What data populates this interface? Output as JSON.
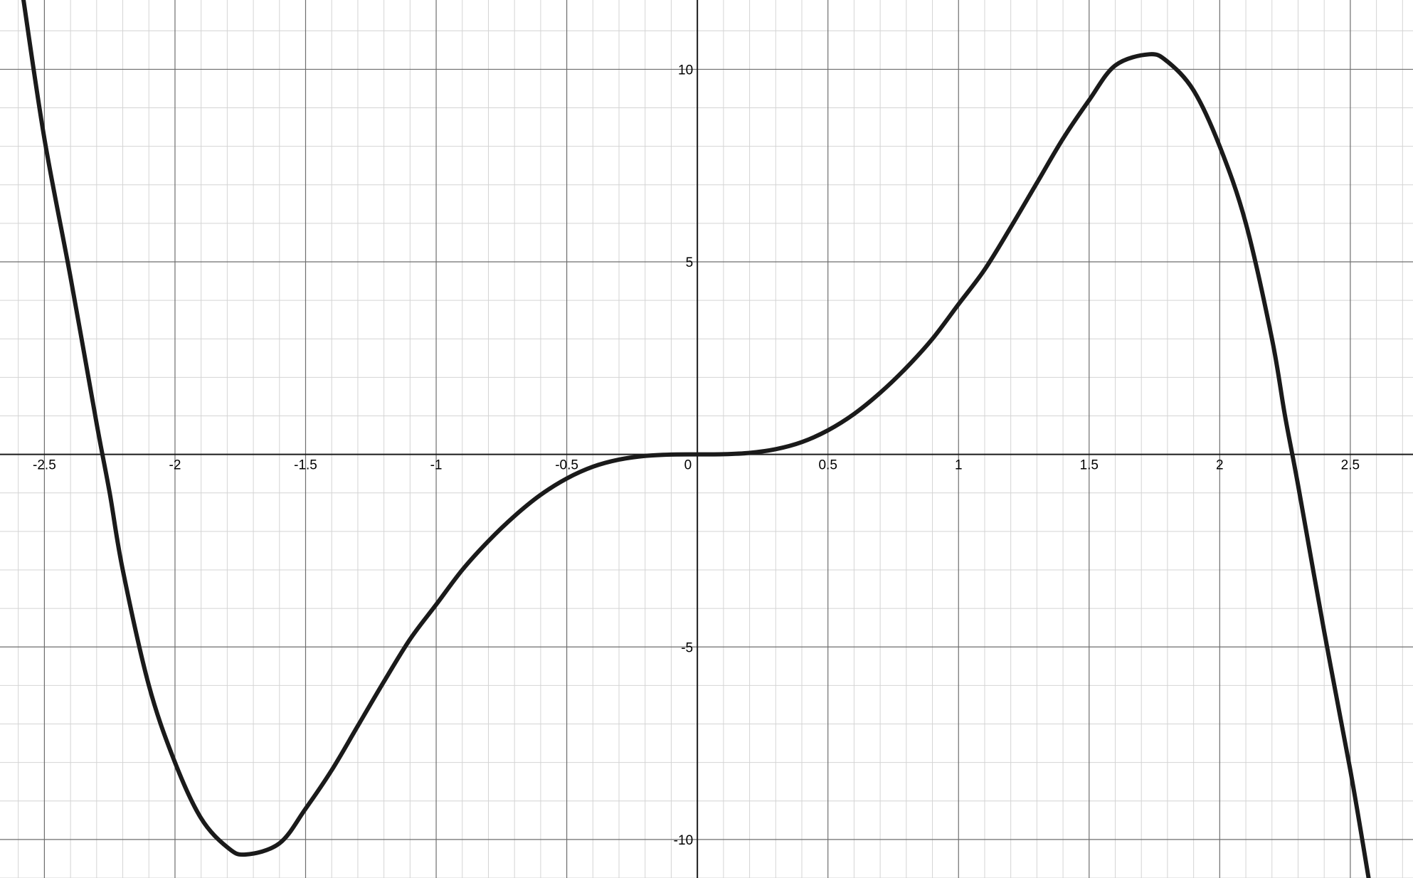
{
  "chart_data": {
    "type": "line",
    "title": "",
    "xlabel": "",
    "ylabel": "",
    "xlim": [
      -2.67,
      2.74
    ],
    "ylim": [
      -11.0,
      11.8
    ],
    "grid": true,
    "minor_grid_per_major": 5,
    "legend": "none",
    "x_ticks": [
      -2.5,
      -2,
      -1.5,
      -1,
      -0.5,
      0,
      0.5,
      1,
      1.5,
      2,
      2.5
    ],
    "x_tick_labels": [
      "-2.5",
      "-2",
      "-1.5",
      "-1",
      "-0.5",
      "0",
      "0.5",
      "1",
      "1.5",
      "2",
      "2.5"
    ],
    "y_ticks": [
      -10,
      -5,
      5,
      10
    ],
    "y_tick_labels": [
      "-10",
      "-5",
      "5",
      "10"
    ],
    "series": [
      {
        "color": "#1a1a1a",
        "points": [
          [
            -2.58,
            11.8
          ],
          [
            -2.5,
            8.2
          ],
          [
            -2.4,
            4.6
          ],
          [
            -2.3,
            0.8
          ],
          [
            -2.25,
            -1.0
          ],
          [
            -2.2,
            -3.0
          ],
          [
            -2.1,
            -6.0
          ],
          [
            -2.0,
            -8.0
          ],
          [
            -1.9,
            -9.45
          ],
          [
            -1.8,
            -10.2
          ],
          [
            -1.73,
            -10.39
          ],
          [
            -1.6,
            -10.1
          ],
          [
            -1.5,
            -9.2
          ],
          [
            -1.4,
            -8.2
          ],
          [
            -1.3,
            -7.05
          ],
          [
            -1.2,
            -5.9
          ],
          [
            -1.1,
            -4.8
          ],
          [
            -1.0,
            -3.9
          ],
          [
            -0.9,
            -3.0
          ],
          [
            -0.8,
            -2.25
          ],
          [
            -0.7,
            -1.6
          ],
          [
            -0.6,
            -1.05
          ],
          [
            -0.5,
            -0.625
          ],
          [
            -0.4,
            -0.32
          ],
          [
            -0.3,
            -0.135
          ],
          [
            -0.2,
            -0.04
          ],
          [
            -0.1,
            -0.005
          ],
          [
            0.0,
            0.0
          ],
          [
            0.1,
            0.005
          ],
          [
            0.2,
            0.04
          ],
          [
            0.3,
            0.135
          ],
          [
            0.4,
            0.32
          ],
          [
            0.5,
            0.625
          ],
          [
            0.6,
            1.05
          ],
          [
            0.7,
            1.6
          ],
          [
            0.8,
            2.25
          ],
          [
            0.9,
            3.0
          ],
          [
            1.0,
            3.9
          ],
          [
            1.1,
            4.8
          ],
          [
            1.2,
            5.9
          ],
          [
            1.3,
            7.05
          ],
          [
            1.4,
            8.2
          ],
          [
            1.5,
            9.2
          ],
          [
            1.6,
            10.1
          ],
          [
            1.73,
            10.39
          ],
          [
            1.8,
            10.2
          ],
          [
            1.9,
            9.45
          ],
          [
            2.0,
            8.0
          ],
          [
            2.1,
            6.0
          ],
          [
            2.2,
            3.0
          ],
          [
            2.25,
            1.0
          ],
          [
            2.3,
            -0.8
          ],
          [
            2.4,
            -4.6
          ],
          [
            2.5,
            -8.2
          ],
          [
            2.57,
            -11.0
          ]
        ]
      }
    ]
  }
}
